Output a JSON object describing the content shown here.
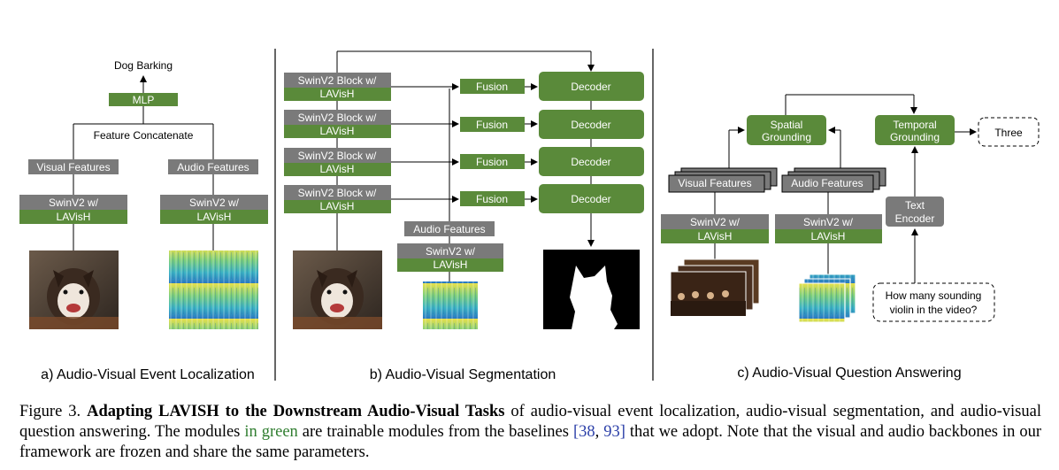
{
  "colors": {
    "green": "#5a8a3a",
    "gray": "#7a7a7a",
    "line": "#000000"
  },
  "panel_a": {
    "output_label": "Dog Barking",
    "mlp": "MLP",
    "concat_label": "Feature Concatenate",
    "visual_features": "Visual Features",
    "audio_features": "Audio Features",
    "backbone_line1": "SwinV2 w/",
    "backbone_line2": "LAVisH",
    "caption": "a) Audio-Visual Event Localization"
  },
  "panel_b": {
    "block_line1": "SwinV2 Block w/",
    "block_line2": "LAVisH",
    "fusion": "Fusion",
    "decoder": "Decoder",
    "audio_features": "Audio Features",
    "backbone_line1": "SwinV2 w/",
    "backbone_line2": "LAVisH",
    "caption": "b) Audio-Visual Segmentation"
  },
  "panel_c": {
    "spatial_line1": "Spatial",
    "spatial_line2": "Grounding",
    "temporal_line1": "Temporal",
    "temporal_line2": "Grounding",
    "answer": "Three",
    "visual_features": "Visual Features",
    "audio_features": "Audio Features",
    "text_enc_line1": "Text",
    "text_enc_line2": "Encoder",
    "backbone_line1": "SwinV2 w/",
    "backbone_line2": "LAVisH",
    "question_line1": "How many sounding",
    "question_line2": "violin in the video?",
    "caption": "c) Audio-Visual Question Answering"
  },
  "figure_caption": {
    "label": "Figure 3.",
    "title": "Adapting LAVISH to the Downstream Audio-Visual Tasks",
    "text1": " of audio-visual event localization, audio-visual segmentation, and audio-visual question answering. The modules ",
    "green_text": "in green",
    "text2": " are trainable modules from the baselines ",
    "cite1": "[38",
    "cite_sep": ", ",
    "cite2": "93]",
    "text3": " that we adopt. Note that the visual and audio backbones in our framework are frozen and share the same parameters."
  }
}
